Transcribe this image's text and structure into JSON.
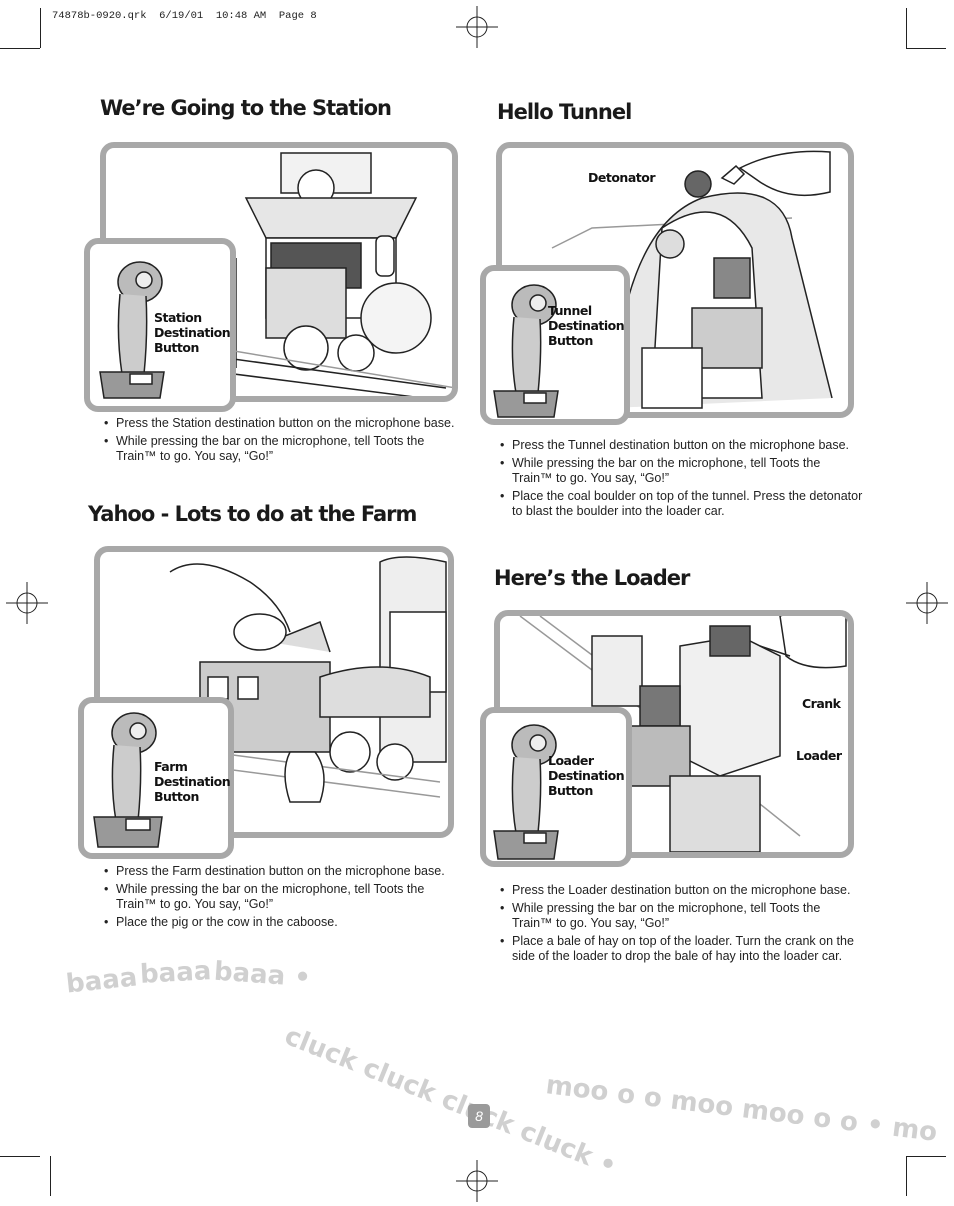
{
  "slug": "74878b-0920.qrk  6/19/01  10:48 AM  Page 8",
  "sections": {
    "station": {
      "title": "We’re Going to the Station",
      "inset_label": [
        "Station",
        "Destination",
        "Button"
      ],
      "bullets": [
        "Press the Station destination button on the microphone base.",
        "While pressing the bar on the microphone, tell Toots the Train™ to go. You say, “Go!”"
      ]
    },
    "tunnel": {
      "title": "Hello Tunnel",
      "callout_detonator": "Detonator",
      "inset_label": [
        "Tunnel",
        "Destination",
        "Button"
      ],
      "bullets": [
        "Press the Tunnel destination button on the microphone base.",
        "While pressing the bar on the microphone, tell Toots the Train™ to go. You say, “Go!”",
        "Place the coal boulder on top of the tunnel. Press the detonator to blast the boulder into the loader car."
      ]
    },
    "farm": {
      "title": "Yahoo - Lots to do at the Farm",
      "inset_label": [
        "Farm",
        "Destination",
        "Button"
      ],
      "bullets": [
        "Press the Farm destination button on the microphone base.",
        "While pressing the bar on the microphone, tell Toots the Train™ to go. You say, “Go!”",
        "Place the pig or the cow in the caboose."
      ]
    },
    "loader": {
      "title": "Here’s the Loader",
      "callout_crank": "Crank",
      "callout_loader": "Loader",
      "inset_label": [
        "Loader",
        "Destination",
        "Button"
      ],
      "bullets": [
        "Press the Loader destination button on the microphone base.",
        "While pressing the bar on the microphone, tell Toots the Train™ to go. You say, “Go!”",
        "Place a bale of hay on top of the loader. Turn the crank on the side of the loader to drop the bale of hay into the loader car."
      ]
    }
  },
  "sound_words": [
    "baaa",
    "baaa",
    "baaa •",
    "cluck cluck cluck cluck •",
    "moo o o moo moo o o • mo"
  ],
  "page_number": "8",
  "colors": {
    "frame": "#a8a8a8",
    "sound_text": "#d0d0d0",
    "page_badge": "#9a9a9a"
  }
}
